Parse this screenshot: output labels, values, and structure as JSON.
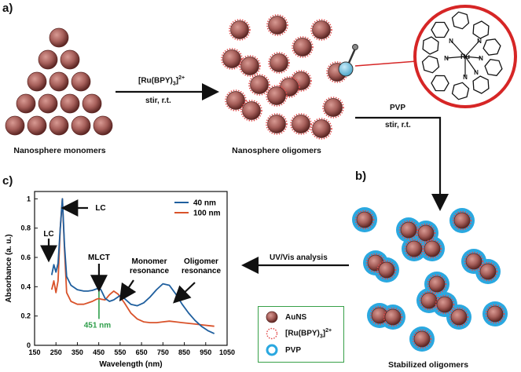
{
  "panels": {
    "a": "a)",
    "b": "b)",
    "c": "c)"
  },
  "captions": {
    "monomers": "Nanosphere monomers",
    "oligomers": "Nanosphere oligomers",
    "stabilized": "Stabilized oligomers"
  },
  "steps": {
    "step1_reagent_main": "[Ru(BPY)",
    "step1_reagent_sub": "3",
    "step1_reagent_sup": "2+",
    "step1_condition": "stir, r.t.",
    "step2_reagent": "PVP",
    "step2_condition": "stir, r.t.",
    "step3": "UV/Vis analysis"
  },
  "complex": {
    "metal": "Ru",
    "donor": "N"
  },
  "legend": {
    "items": [
      {
        "label": "AuNS",
        "symbol": "sphere"
      },
      {
        "label": "[Ru(BPY)",
        "sub": "3",
        "sup": "2+",
        "symbol": "dotted-ring"
      },
      {
        "label": "PVP",
        "symbol": "blue-ring"
      }
    ]
  },
  "colors": {
    "sphere": "#a65f5a",
    "sphere_dark": "#6b2f2c",
    "ru_dots": "#e24b4b",
    "pvp": "#2aa8e0",
    "line_40nm": "#1f5f9e",
    "line_100nm": "#d9532b",
    "highlight_451": "#2e9e4a",
    "legend_border": "#37a048",
    "zoom_circle": "#d62626"
  },
  "chart_data": {
    "type": "line",
    "title": "",
    "xlabel": "Wavelength (nm)",
    "ylabel": "Absorbance (a. u.)",
    "xlim": [
      150,
      1050
    ],
    "ylim": [
      0,
      1.05
    ],
    "x_ticks": [
      150,
      250,
      350,
      450,
      550,
      650,
      750,
      850,
      950,
      1050
    ],
    "y_ticks": [
      0,
      0.2,
      0.4,
      0.6,
      0.8,
      1
    ],
    "y_tick_labels": [
      "0",
      "0.2",
      "0.4",
      "0.6",
      "0.8",
      "1"
    ],
    "legend_position": "top-right",
    "series": [
      {
        "name": "40 nm",
        "color": "#1f5f9e",
        "x": [
          230,
          240,
          250,
          260,
          270,
          280,
          290,
          300,
          320,
          350,
          380,
          400,
          420,
          440,
          451,
          460,
          480,
          500,
          520,
          540,
          550,
          570,
          600,
          630,
          660,
          690,
          720,
          750,
          780,
          810,
          840,
          870,
          900,
          930,
          960,
          990
        ],
        "y": [
          0.48,
          0.55,
          0.5,
          0.56,
          0.8,
          1.0,
          0.68,
          0.47,
          0.41,
          0.38,
          0.37,
          0.37,
          0.375,
          0.385,
          0.39,
          0.38,
          0.32,
          0.3,
          0.31,
          0.33,
          0.34,
          0.32,
          0.28,
          0.27,
          0.29,
          0.33,
          0.38,
          0.42,
          0.41,
          0.35,
          0.28,
          0.22,
          0.17,
          0.13,
          0.1,
          0.08
        ]
      },
      {
        "name": "100 nm",
        "color": "#d9532b",
        "x": [
          230,
          240,
          250,
          260,
          270,
          280,
          290,
          300,
          320,
          350,
          380,
          400,
          420,
          440,
          451,
          460,
          480,
          500,
          520,
          540,
          550,
          570,
          600,
          630,
          660,
          690,
          720,
          750,
          780,
          810,
          840,
          870,
          900,
          930,
          960,
          990
        ],
        "y": [
          0.38,
          0.44,
          0.36,
          0.44,
          0.8,
          1.0,
          0.65,
          0.36,
          0.3,
          0.28,
          0.28,
          0.29,
          0.3,
          0.315,
          0.32,
          0.315,
          0.31,
          0.345,
          0.37,
          0.35,
          0.33,
          0.29,
          0.22,
          0.18,
          0.16,
          0.155,
          0.155,
          0.16,
          0.165,
          0.16,
          0.155,
          0.15,
          0.145,
          0.14,
          0.135,
          0.13
        ]
      }
    ],
    "annotations": [
      {
        "text": "LC",
        "x": 280,
        "y": 1.0
      },
      {
        "text": "LC",
        "x": 238,
        "y": 0.55
      },
      {
        "text": "MLCT",
        "x": 451,
        "y": 0.39
      },
      {
        "text": "Monomer resonance",
        "x": 545,
        "y": 0.33
      },
      {
        "text": "Oligomer resonance",
        "x": 835,
        "y": 0.29
      }
    ],
    "marker": {
      "text": "451 nm",
      "x": 451
    }
  }
}
